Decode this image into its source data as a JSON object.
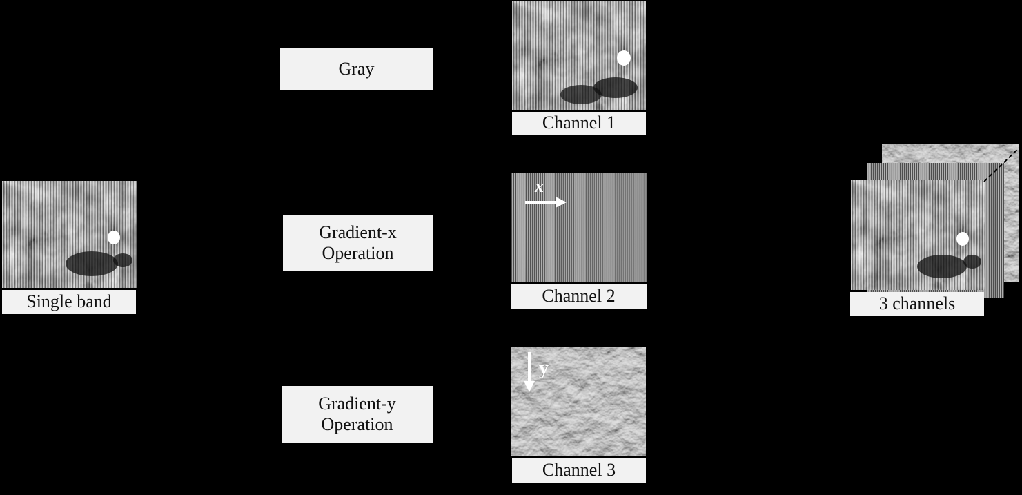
{
  "input": {
    "caption": "Single band"
  },
  "operations": [
    {
      "lines": [
        "Gray"
      ]
    },
    {
      "lines": [
        "Gradient-x",
        "Operation"
      ]
    },
    {
      "lines": [
        "Gradient-y",
        "Operation"
      ]
    }
  ],
  "channels": [
    {
      "caption": "Channel 1"
    },
    {
      "caption": "Channel 2",
      "axis_label": "x"
    },
    {
      "caption": "Channel 3",
      "axis_label": "y"
    }
  ],
  "output": {
    "caption": "3 channels"
  },
  "colors": {
    "background": "#000000",
    "box_fill": "#f2f2f2",
    "text": "#111111",
    "arrow": "#ffffff"
  }
}
